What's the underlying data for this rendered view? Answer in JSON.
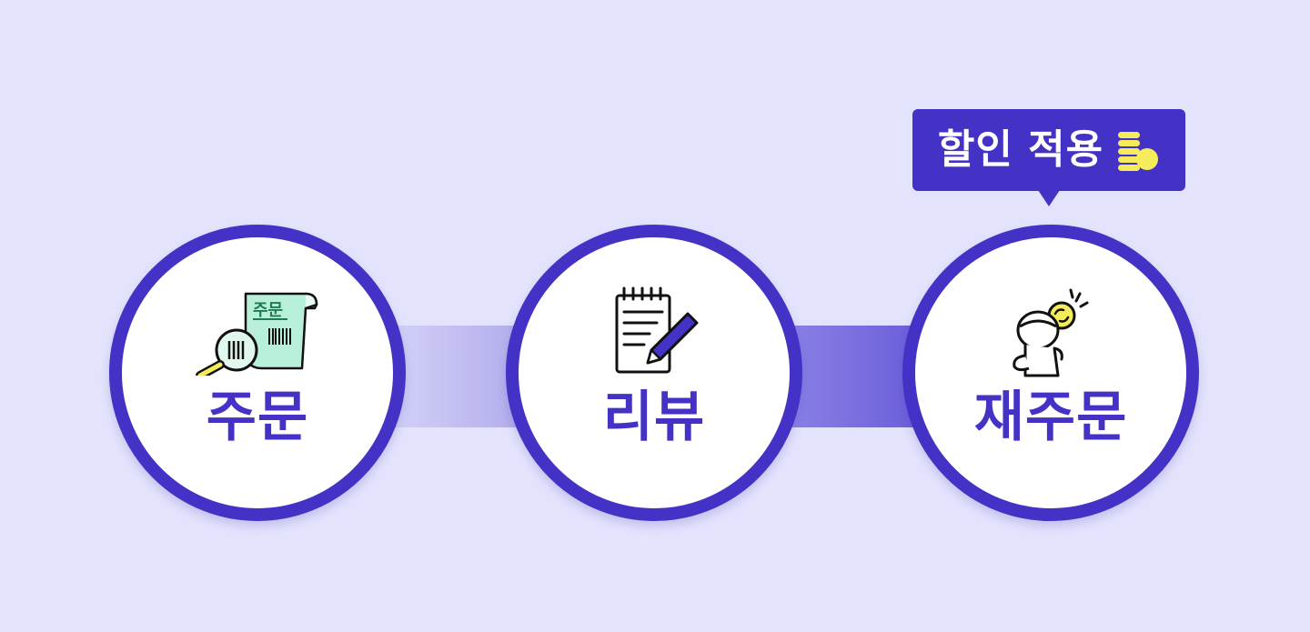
{
  "steps": [
    {
      "label": "주문",
      "icon": "receipt-magnifier-icon",
      "icon_text": "주문"
    },
    {
      "label": "리뷰",
      "icon": "notepad-pencil-icon"
    },
    {
      "label": "재주문",
      "icon": "person-coin-icon"
    }
  ],
  "badge": {
    "text": "할인 적용",
    "icon": "coin-stack-icon"
  },
  "colors": {
    "background": "#e3e3fd",
    "primary": "#4432c6",
    "circle_fill": "#ffffff",
    "coin": "#f4ec5a",
    "mint": "#b8efd9",
    "receipt_text": "#1e7a55"
  }
}
